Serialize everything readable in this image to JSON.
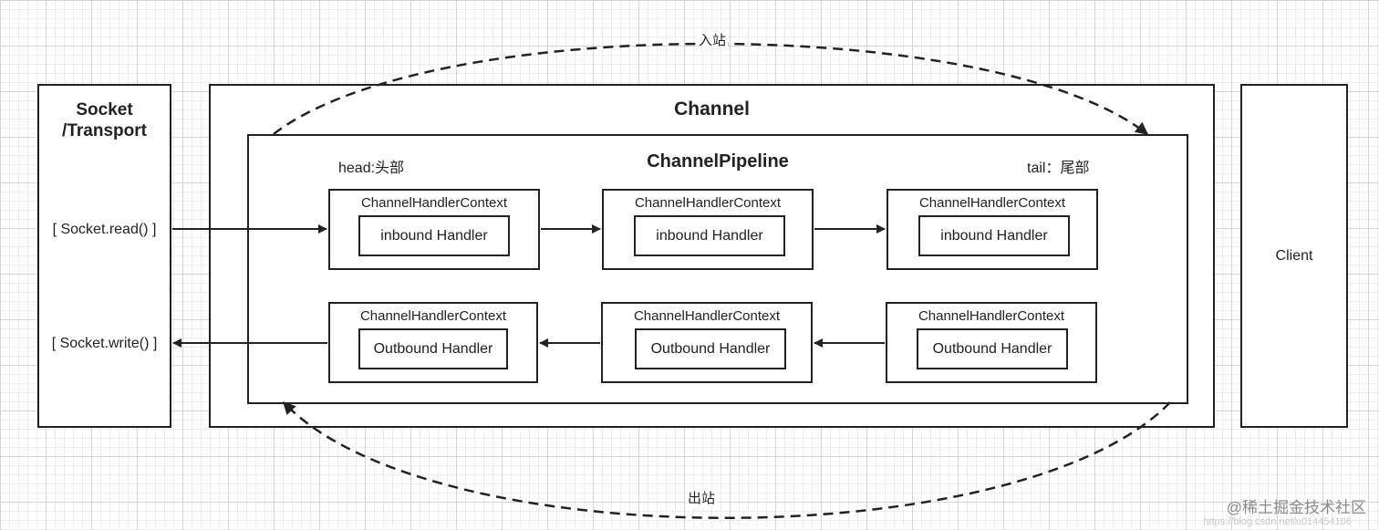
{
  "socket": {
    "title_line1": "Socket",
    "title_line2": "/Transport",
    "read": "[ Socket.read() ]",
    "write": "[ Socket.write() ]"
  },
  "channel": {
    "title": "Channel"
  },
  "pipeline": {
    "title": "ChannelPipeline",
    "head": "head:头部",
    "tail": "tail：尾部",
    "inbound": [
      {
        "context": "ChannelHandlerContext",
        "handler": "inbound Handler"
      },
      {
        "context": "ChannelHandlerContext",
        "handler": "inbound Handler"
      },
      {
        "context": "ChannelHandlerContext",
        "handler": "inbound Handler"
      }
    ],
    "outbound": [
      {
        "context": "ChannelHandlerContext",
        "handler": "Outbound Handler"
      },
      {
        "context": "ChannelHandlerContext",
        "handler": "Outbound Handler"
      },
      {
        "context": "ChannelHandlerContext",
        "handler": "Outbound Handler"
      }
    ]
  },
  "client": {
    "label": "Client"
  },
  "flow": {
    "inbound_label": "入站",
    "outbound_label": "出站"
  },
  "watermark": {
    "text": "@稀土掘金技术社区",
    "url": "https://blog.csdn.net/u014454106"
  }
}
